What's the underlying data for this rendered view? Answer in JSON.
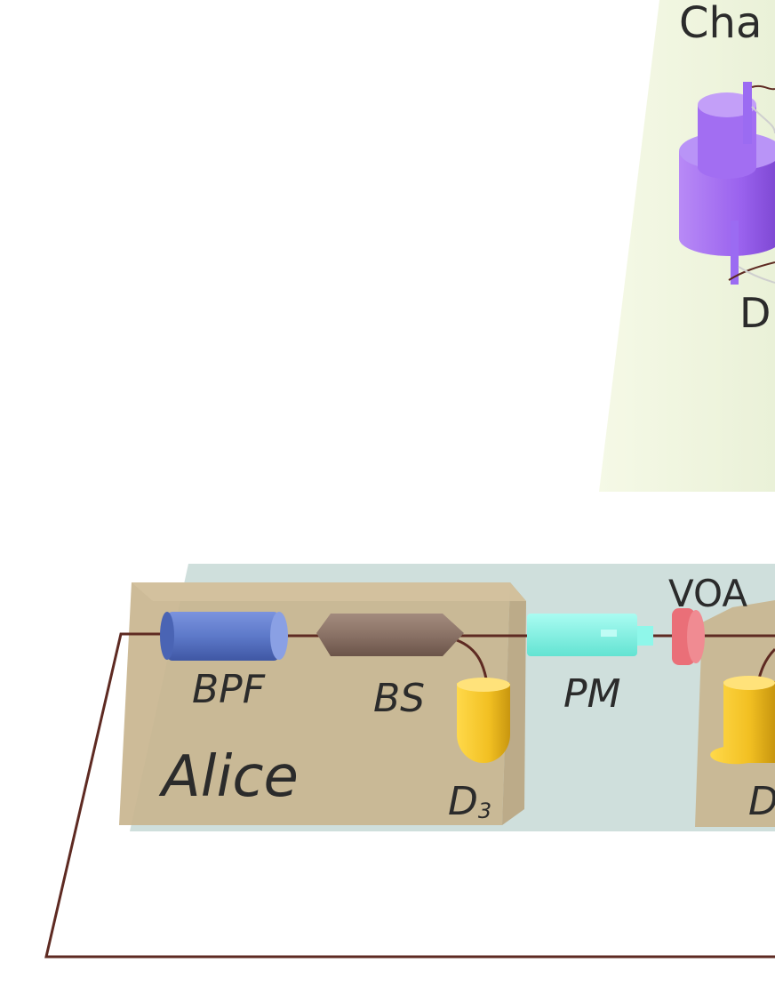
{
  "channel_label": "Cha",
  "channel_detector_label": "D",
  "components": {
    "bpf": "BPF",
    "bs": "BS",
    "pm": "PM",
    "voa": "VOA"
  },
  "alice_label": "Alice",
  "alice_detector": {
    "letter": "D",
    "subscript": "3"
  },
  "right_detector_label": "D",
  "colors": {
    "alice_box": "#c9b58f",
    "bench": "#cfdfdc",
    "channel_panel": "#f1f6de",
    "fiber": "#5e2a22",
    "bpf": "#5d79c9",
    "bs": "#8c7468",
    "pm": "#7ff5e6",
    "voa": "#ea6f78",
    "detector": "#f2c022",
    "cylinder": "#a46cf2"
  }
}
